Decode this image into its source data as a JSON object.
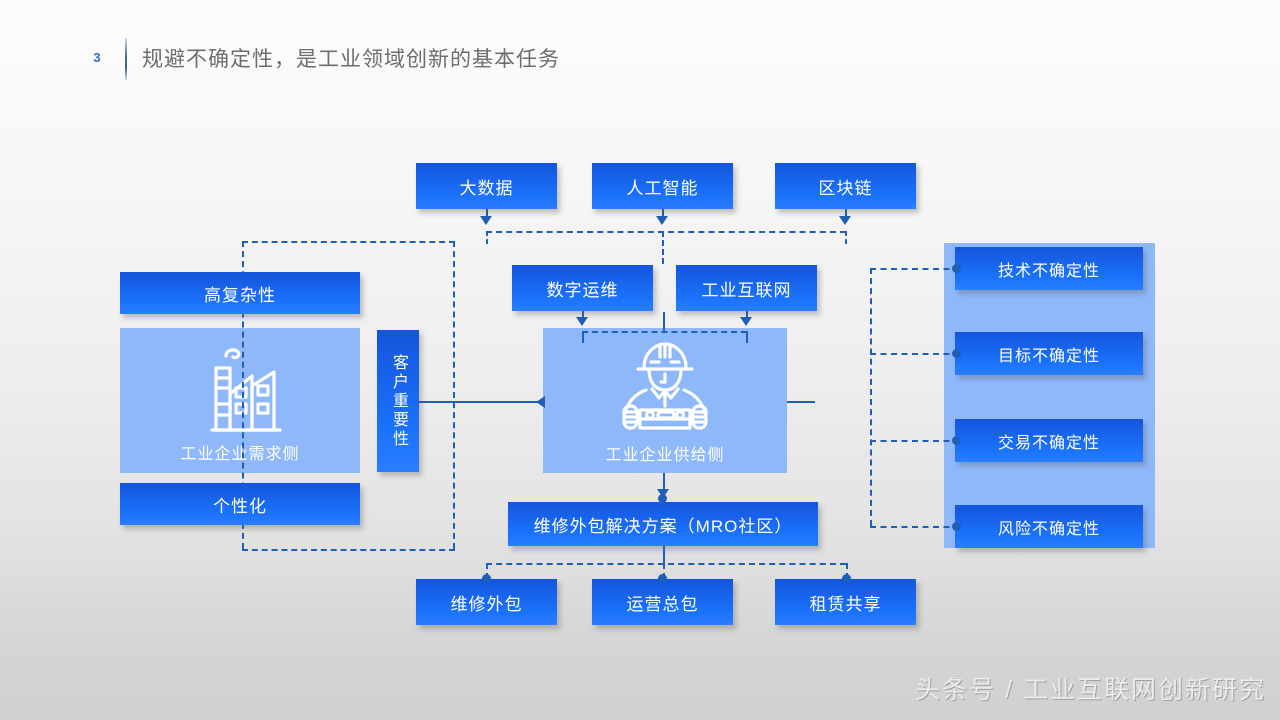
{
  "header": {
    "page_number": "3",
    "title": "规避不确定性，是工业领域创新的基本任务"
  },
  "colors": {
    "node_gradient_top": "#1455db",
    "node_gradient_bottom": "#2a7dff",
    "panel_light": "#8fb8fa",
    "connector": "#1f5fb8",
    "accent": "#2d6fc4",
    "background_top": "#fcfcfc",
    "background_bottom": "#d0d0d0",
    "title_text": "#6d6d6d",
    "watermark": "#ebebeb"
  },
  "technology_row": [
    {
      "label": "大数据"
    },
    {
      "label": "人工智能"
    },
    {
      "label": "区块链"
    }
  ],
  "platform_row": [
    {
      "label": "数字运维"
    },
    {
      "label": "工业互联网"
    }
  ],
  "demand_side": {
    "top_attribute": "高复杂性",
    "bottom_attribute": "个性化",
    "panel_label": "工业企业需求侧",
    "panel_icon": "factory-icon"
  },
  "bridge": {
    "label": "客户重要性"
  },
  "supply_side": {
    "panel_label": "工业企业供给侧",
    "panel_icon": "worker-icon"
  },
  "uncertainty_list": [
    {
      "label": "技术不确定性"
    },
    {
      "label": "目标不确定性"
    },
    {
      "label": "交易不确定性"
    },
    {
      "label": "风险不确定性"
    }
  ],
  "solution": {
    "label": "维修外包解决方案（MRO社区）"
  },
  "service_row": [
    {
      "label": "维修外包"
    },
    {
      "label": "运营总包"
    },
    {
      "label": "租赁共享"
    }
  ],
  "watermark": {
    "text": "头条号 / 工业互联网创新研究"
  }
}
